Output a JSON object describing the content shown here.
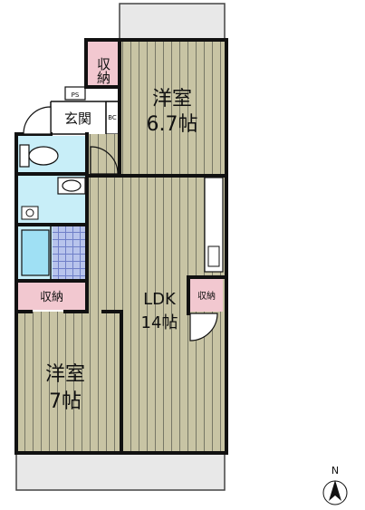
{
  "rooms": {
    "storage_top": "収納",
    "western_top_name": "洋室",
    "western_top_size": "6.7帖",
    "ps": "PS",
    "entrance": "玄関",
    "bc": "BC",
    "ldk_name": "LDK",
    "ldk_size": "14帖",
    "storage_left": "収納",
    "storage_right": "収納",
    "western_bottom_name": "洋室",
    "western_bottom_size": "7帖"
  },
  "compass": {
    "label": "N"
  },
  "colors": {
    "floor_wood": "#c8c4a4",
    "floor_line": "#777766",
    "storage_pink": "#f2c8d0",
    "wet_area_blue": "#c8eef8",
    "balcony_gray": "#e8e8e8",
    "wall": "#111111"
  }
}
